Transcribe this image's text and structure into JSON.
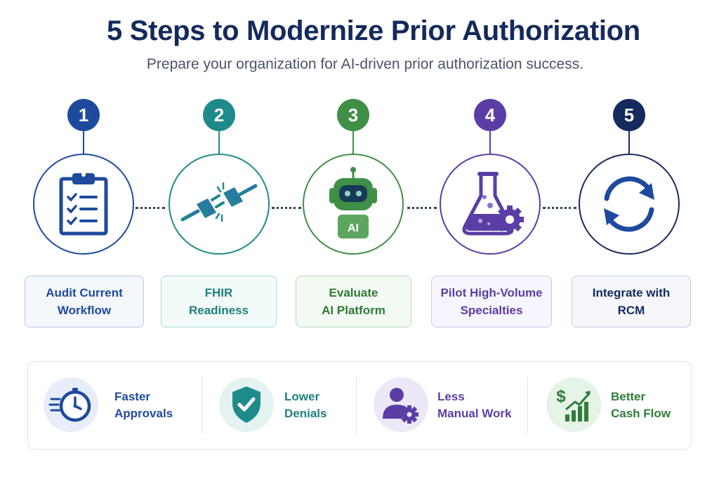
{
  "header": {
    "title": "5 Steps to Modernize Prior Authorization",
    "subtitle": "Prepare your organization for AI-driven prior authorization success."
  },
  "steps": [
    {
      "number": "1",
      "label_line1": "Audit Current",
      "label_line2": "Workflow",
      "icon": "clipboard-checklist-icon",
      "color": "#1e4a9e"
    },
    {
      "number": "2",
      "label_line1": "FHIR",
      "label_line2": "Readiness",
      "icon": "plug-connect-icon",
      "color": "#1f8a8a"
    },
    {
      "number": "3",
      "label_line1": "Evaluate",
      "label_line2": "AI Platform",
      "icon": "ai-robot-icon",
      "color": "#3f8f46",
      "icon_text": "AI"
    },
    {
      "number": "4",
      "label_line1": "Pilot High-Volume",
      "label_line2": "Specialties",
      "icon": "flask-gear-icon",
      "color": "#5a3ea6"
    },
    {
      "number": "5",
      "label_line1": "Integrate with",
      "label_line2": "RCM",
      "icon": "cycle-arrows-icon",
      "color": "#152a5e"
    }
  ],
  "benefits": [
    {
      "line1": "Faster",
      "line2": "Approvals",
      "icon": "stopwatch-icon",
      "color": "#1e4a9e"
    },
    {
      "line1": "Lower",
      "line2": "Denials",
      "icon": "shield-check-icon",
      "color": "#1f8a8a"
    },
    {
      "line1": "Less",
      "line2": "Manual Work",
      "icon": "user-gear-icon",
      "color": "#5a3ea6"
    },
    {
      "line1": "Better",
      "line2": "Cash Flow",
      "icon": "dollar-growth-chart-icon",
      "color": "#2e7d3a"
    }
  ]
}
